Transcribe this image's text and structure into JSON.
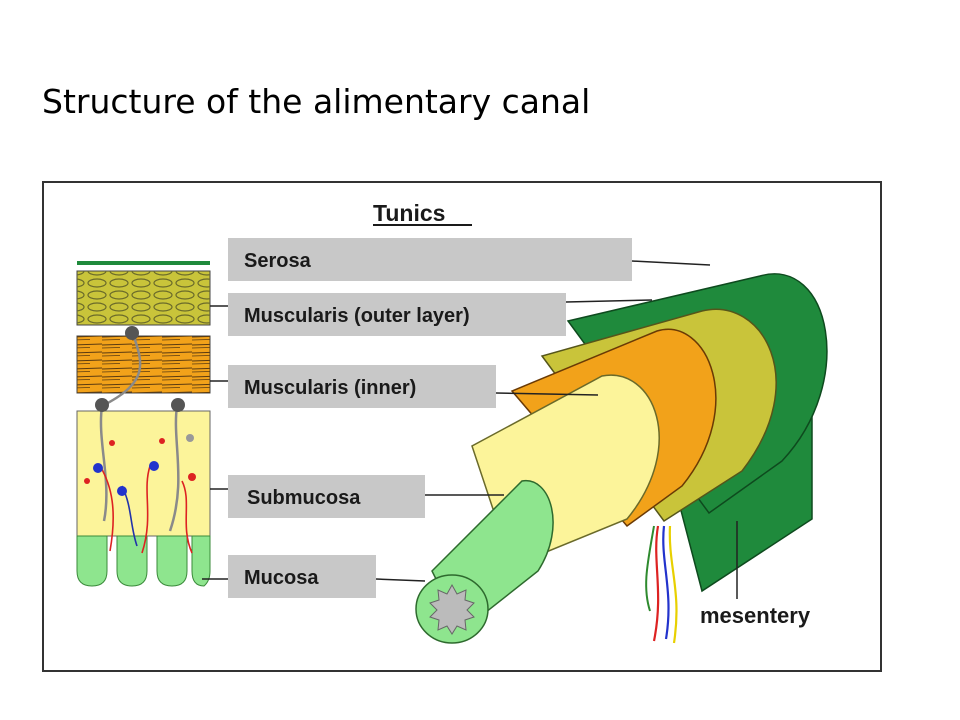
{
  "slide": {
    "title": "Structure of the alimentary canal"
  },
  "figure": {
    "heading": "Tunics",
    "layers": [
      {
        "id": "serosa",
        "label": "Serosa",
        "color": "#1f8a3c"
      },
      {
        "id": "muscularis-outer",
        "label": "Muscularis (outer layer)",
        "color": "#c9c43a"
      },
      {
        "id": "muscularis-inner",
        "label": "Muscularis (inner)",
        "color": "#f2a21a"
      },
      {
        "id": "submucosa",
        "label": "Submucosa",
        "color": "#fcf49a"
      },
      {
        "id": "mucosa",
        "label": "Mucosa",
        "color": "#8ee58e"
      }
    ],
    "mesentery_label": "mesentery",
    "colors": {
      "label_box": "#c8c8c8",
      "frame": "#333333",
      "lumen": "#bbbbbb"
    }
  }
}
